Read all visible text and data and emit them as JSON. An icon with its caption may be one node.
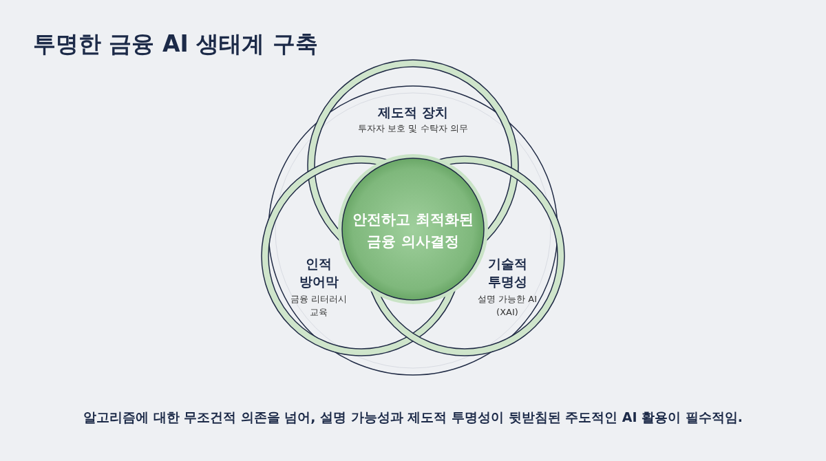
{
  "diagram": {
    "title": "투명한 금융 AI 생태계 구축",
    "caption": "알고리즘에 대한 무조건적 의존을 넘어, 설명 가능성과 제도적 투명성이 뒷받침된 주도적인 AI 활용이 필수적임.",
    "nodes": [
      {
        "text": [
          "제도적 장치",
          "투자자 보호 및 수탁자 의무"
        ]
      },
      {
        "text": [
          "인적 방어막",
          "금융 리터러시 교육"
        ]
      },
      {
        "text": [
          "기술적 투명성",
          "설명 가능한 AI (XAI)"
        ]
      },
      {
        "text": [
          "안전하고 최적화된 금융 의사결정"
        ]
      }
    ]
  }
}
